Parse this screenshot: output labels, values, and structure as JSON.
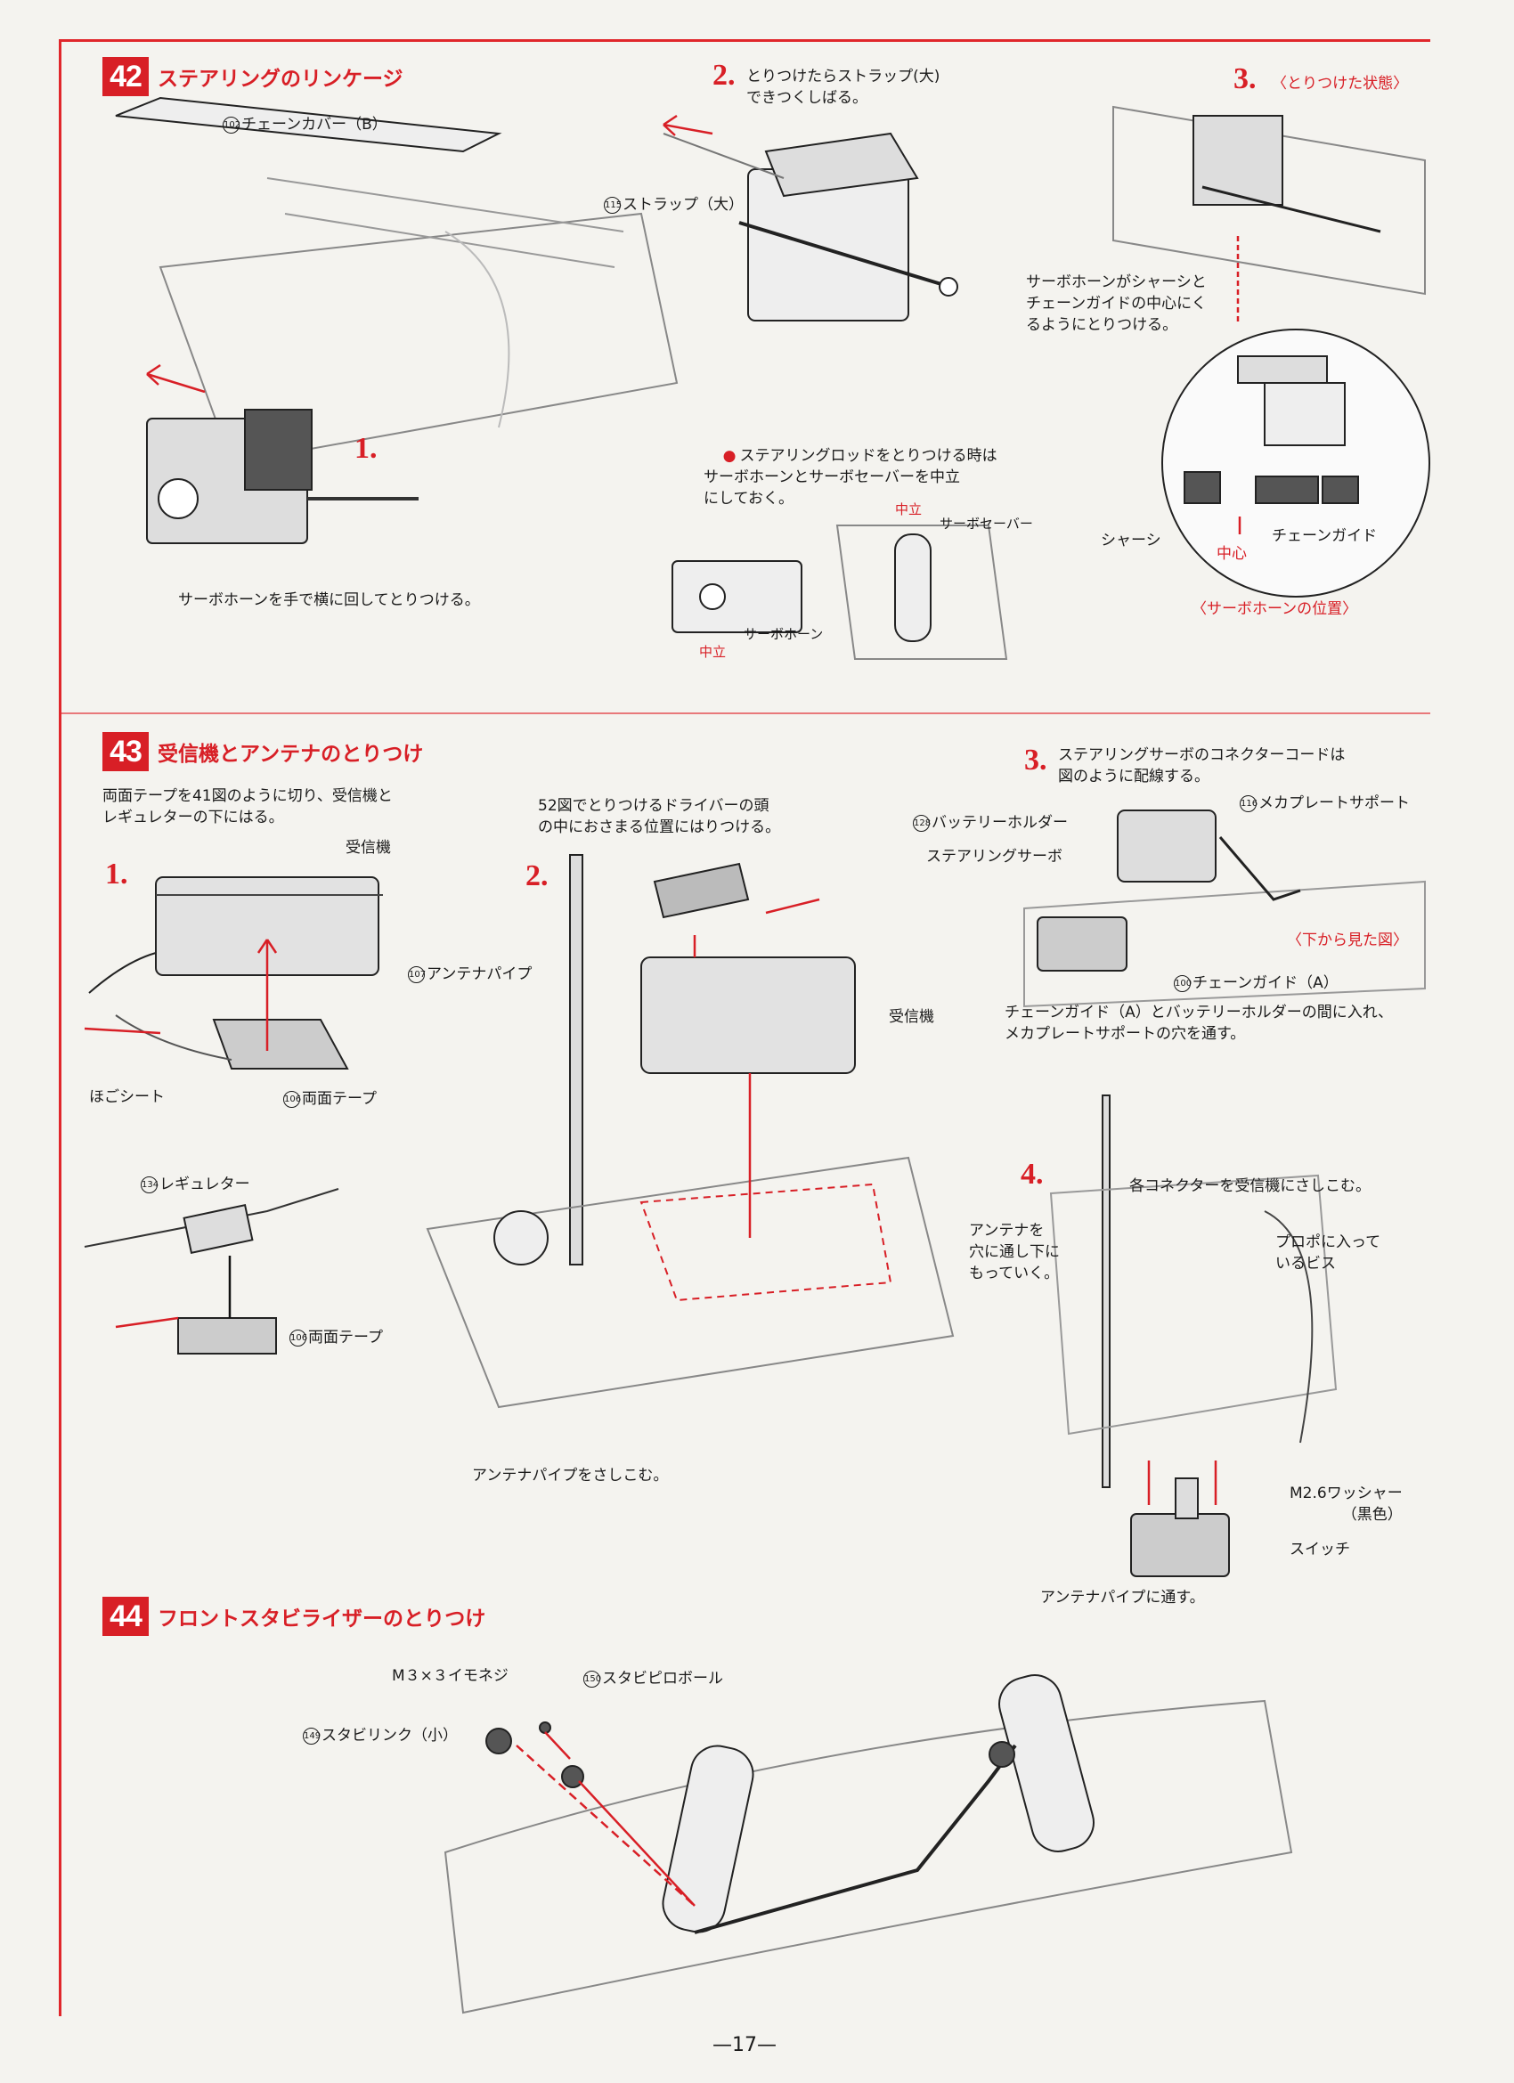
{
  "colors": {
    "accent": "#d81f26",
    "paper": "#f4f3ef",
    "ink": "#1a1a1a"
  },
  "sections": {
    "s42": {
      "number": "42",
      "title": "ステアリングのリンケージ",
      "step1": "1.",
      "step2": "2.",
      "step3": "3.",
      "chain_cover_ref": "102",
      "chain_cover": "チェーンカバー（B）",
      "strap_instruction": "とりつけたらストラップ(大)\nできつくしばる。",
      "strap_ref": "115",
      "strap": "ストラップ（大）",
      "installed_state": "〈とりつけた状態〉",
      "servo_horn_note": "サーボホーンがシャーシと\nチェーンガイドの中心にく\nるようにとりつける。",
      "rod_note": "ステアリングロッドをとりつける時は\nサーボホーンとサーボセーバーを中立\nにしておく。",
      "neutral": "中立",
      "servo_saver": "サーボセーバー",
      "servo_horn": "サーボホーン",
      "chassis": "シャーシ",
      "center": "中心",
      "chain_guide": "チェーンガイド",
      "horn_position": "〈サーボホーンの位置〉",
      "rotate_note": "サーボホーンを手で横に回してとりつける。"
    },
    "s43": {
      "number": "43",
      "title": "受信機とアンテナのとりつけ",
      "step1": "1.",
      "step2": "2.",
      "step3": "3.",
      "step4": "4.",
      "tape_instruction_ref": "41",
      "tape_instruction": "両面テープを41図のように切り、受信機と\nレギュレターの下にはる。",
      "receiver": "受信機",
      "backing_sheet": "ほごシート",
      "tape_ref": "106",
      "double_tape": "両面テープ",
      "regulator_ref": "134",
      "regulator": "レギュレター",
      "driver_note_ref": "52",
      "driver_note": "52図でとりつけるドライバーの頭\nの中におさまる位置にはりつける。",
      "antenna_pipe_ref": "107",
      "antenna_pipe": "アンテナパイプ",
      "insert_pipe": "アンテナパイプをさしこむ。",
      "connector_note": "ステアリングサーボのコネクターコードは\n図のように配線する。",
      "battery_holder_ref": "128",
      "battery_holder": "バッテリーホルダー",
      "mecha_support_ref": "116",
      "mecha_support": "メカプレートサポート",
      "steering_servo": "ステアリングサーボ",
      "bottom_view": "〈下から見た図〉",
      "chain_guide_a_ref": "100",
      "chain_guide_a": "チェーンガイド（A）",
      "routing_note": "チェーンガイド（A）とバッテリーホルダーの間に入れ、\nメカプレートサポートの穴を通す。",
      "connectors_note": "各コネクターを受信機にさしこむ。",
      "antenna_down": "アンテナを\n穴に通し下に\nもっていく。",
      "propo_screws": "プロポに入って\nいるビス",
      "washer": "M2.6ワッシャー\n（黒色）",
      "switch": "スイッチ",
      "through_pipe": "アンテナパイプに通す。"
    },
    "s44": {
      "number": "44",
      "title": "フロントスタビライザーのとりつけ",
      "set_screw": "M３×３イモネジ",
      "ball_ref": "150",
      "ball": "スタビピロボール",
      "link_ref": "149",
      "link": "スタビリンク（小）"
    }
  },
  "page_number": "—17—"
}
